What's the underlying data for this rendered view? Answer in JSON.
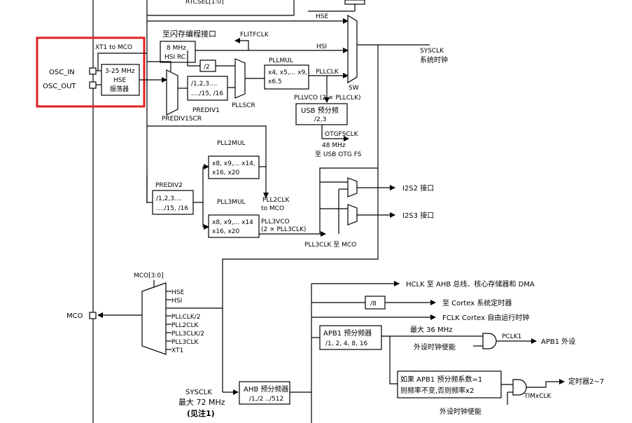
{
  "labels": {
    "rtcsel": "RTCSEL[1:0]",
    "hse_top": "HSE",
    "flash_if": "至闪存编程接口",
    "flitfclk": "FLITFCLK",
    "hsi_rc_1": "8 MHz",
    "hsi_rc_2": "HSI RC",
    "hsi_line": "HSI",
    "xt1_mco": "XT1 to MCO",
    "osc_in": "OSC_IN",
    "osc_out": "OSC_OUT",
    "hse_1": "3-25 MHz",
    "hse_2": "HSE",
    "hse_3": "振荡器",
    "div2": "/2",
    "prediv1_1": "/1,2,3....",
    "prediv1_2": "..../15, /16",
    "prediv1": "PREDIV1",
    "prediv1scr": "PREDIV1SCR",
    "pllscr": "PLLSCR",
    "pllmul": "PLLMUL",
    "pllmul_1": "x4, x5,... x9,",
    "pllmul_2": "x6.5",
    "pllclk": "PLLCLK",
    "sw": "SW",
    "sysclk_1": "SYSCLK",
    "sysclk_2": "系统时钟",
    "pllvco": "PLLVCO (2 × PLLCLK)",
    "usb_1": "USB 预分频",
    "usb_2": "/2,3",
    "otgfsclk": "OTGFSCLK",
    "usb_48": "48 MHz",
    "usb_otg": "至 USB OTG FS",
    "pll2mul": "PLL2MUL",
    "pll2mul_1": "x8, x9,... x14,",
    "pll2mul_2": "x16, x20",
    "prediv2": "PREDIV2",
    "prediv2_1": "/1,2,3....",
    "prediv2_2": "..../15, /16",
    "pll2clk_1": "PLL2CLK",
    "pll2clk_2": "to MCO",
    "pll3mul": "PLL3MUL",
    "pll3mul_1": "x8, x9,... x14",
    "pll3mul_2": "x16, x20",
    "pll3vco_1": "PLL3VCO",
    "pll3vco_2": "(2 × PLL3CLK)",
    "pll3clk_mco": "PLL3CLK 至 MCO",
    "i2s2": "I2S2 接口",
    "i2s3": "I2S3 接口",
    "mco_sel": "MCO[3:0]",
    "mco_hse": "HSE",
    "mco_hsi": "HSI",
    "mco_pllclk2": "PLLCLK/2",
    "mco_pll2clk": "PLL2CLK",
    "mco_pll3clk2": "PLL3CLK/2",
    "mco_pll3clk": "PLL3CLK",
    "mco_xt1": "XT1",
    "mco": "MCO",
    "hclk": "HCLK 至 AHB 总线、核心存储器和 DMA",
    "div8": "/8",
    "cortex_timer": "至 Cortex 系统定时器",
    "fclk": "FCLK Cortex 自由运行时钟",
    "apb1_1": "APB1 预分频器",
    "apb1_2": "/1, 2, 4, 8, 16",
    "max36": "最大 36 MHz",
    "pclk1": "PCLK1",
    "apb1_periph": "APB1 外设",
    "periph_en": "外设时钟使能",
    "cond_1": "如果 APB1 预分频系数=1",
    "cond_2": "则频率不变,否则频率x2",
    "timer27": "定时器2~7",
    "timxclk": "TIMxCLK",
    "periph_en2": "外设时钟使能",
    "sys_bot_1": "SYSCLK",
    "sys_bot_2": "最大 72 MHz",
    "sys_bot_3": "(见注1)",
    "ahb_1": "AHB 预分频器",
    "ahb_2": "/1,/2 ../512"
  },
  "colors": {
    "highlight": "#e02020",
    "line": "#000000"
  }
}
